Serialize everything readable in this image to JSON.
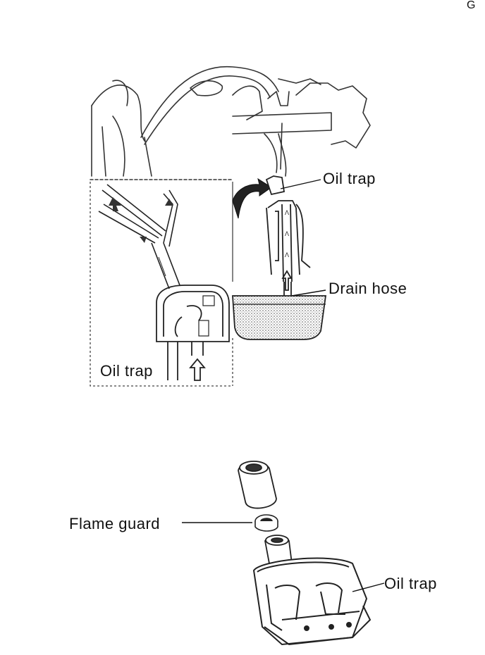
{
  "corner_mark": "G",
  "top_figure": {
    "labels": {
      "oil_trap_upper": "Oil trap",
      "drain_hose": "Drain hose",
      "oil_trap_inset": "Oil trap"
    }
  },
  "bottom_figure": {
    "labels": {
      "flame_guard": "Flame guard",
      "oil_trap": "Oil trap"
    }
  }
}
